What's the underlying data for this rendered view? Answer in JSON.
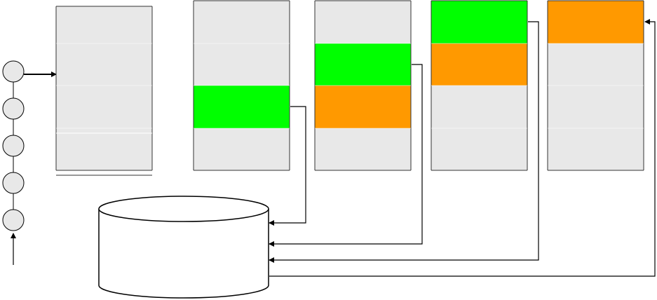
{
  "colors": {
    "background": "#ffffff",
    "empty": "#e8e8e8",
    "green": "#00ff00",
    "orange": "#ff9900",
    "stroke": "#000000",
    "queue_node": "#e8e8e8"
  },
  "queue": {
    "node_count": 5
  },
  "columns": [
    {
      "id": "stage-0",
      "cells": [
        "empty",
        "empty",
        "empty",
        "empty"
      ]
    },
    {
      "id": "stage-1",
      "cells": [
        "empty",
        "empty",
        "green",
        "empty"
      ]
    },
    {
      "id": "stage-2",
      "cells": [
        "empty",
        "green",
        "orange",
        "empty"
      ]
    },
    {
      "id": "stage-3",
      "cells": [
        "green",
        "orange",
        "empty",
        "empty"
      ]
    },
    {
      "id": "stage-4",
      "cells": [
        "orange",
        "empty",
        "empty",
        "empty"
      ]
    }
  ],
  "connectors": [
    {
      "from": "stage-1",
      "to": "storage-cylinder"
    },
    {
      "from": "stage-2",
      "to": "storage-cylinder"
    },
    {
      "from": "stage-3",
      "to": "storage-cylinder"
    },
    {
      "from": "storage-cylinder",
      "to": "stage-4"
    }
  ]
}
